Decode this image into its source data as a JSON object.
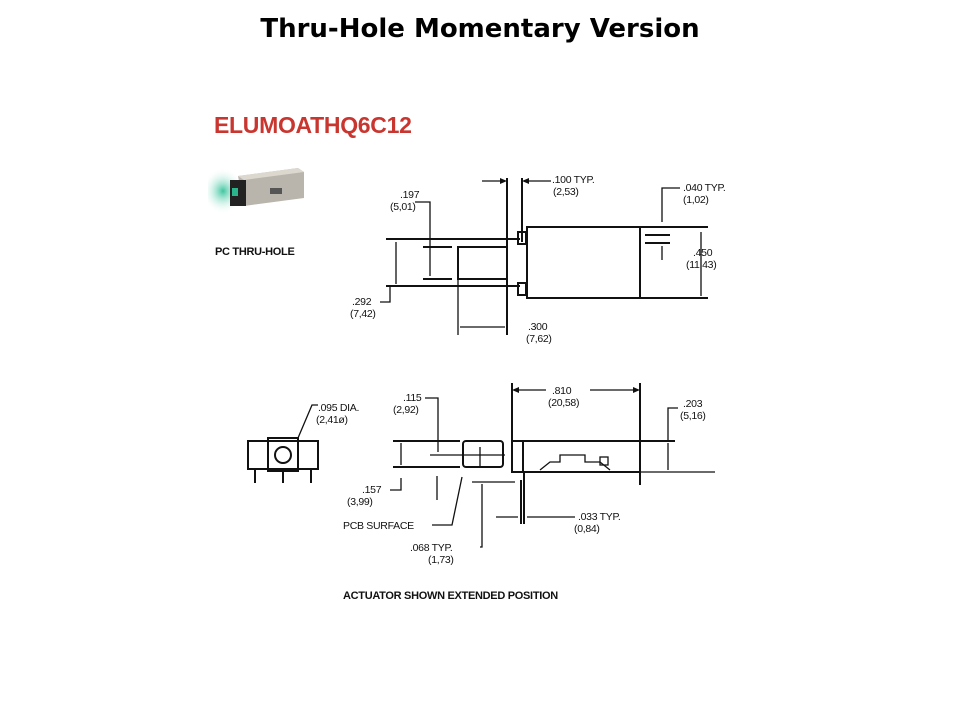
{
  "title": "Thru-Hole Momentary Version",
  "part_number": "ELUMOATHQ6C12",
  "colors": {
    "part_number": "#c8362f",
    "led_glow": "#3fc6a0"
  },
  "photo_caption": "PC THRU-HOLE",
  "top_view": {
    "dim_100": ".100 TYP.",
    "dim_100_mm": "(2,53)",
    "dim_040": ".040 TYP.",
    "dim_040_mm": "(1,02)",
    "dim_197": ".197",
    "dim_197_mm": "(5,01)",
    "dim_292": ".292",
    "dim_292_mm": "(7,42)",
    "dim_450": ".450",
    "dim_450_mm": "(11,43)",
    "dim_300": ".300",
    "dim_300_mm": "(7,62)"
  },
  "side_view": {
    "dim_095": ".095 DIA.",
    "dim_095_mm": "(2,41ø)",
    "dim_115": ".115",
    "dim_115_mm": "(2,92)",
    "dim_810": ".810",
    "dim_810_mm": "(20,58)",
    "dim_203": ".203",
    "dim_203_mm": "(5,16)",
    "dim_157": ".157",
    "dim_157_mm": "(3,99)",
    "pcb_surface": "PCB SURFACE",
    "dim_068": ".068 TYP.",
    "dim_068_mm": "(1,73)",
    "dim_033": ".033 TYP.",
    "dim_033_mm": "(0,84)",
    "caption": "ACTUATOR SHOWN EXTENDED POSITION"
  }
}
